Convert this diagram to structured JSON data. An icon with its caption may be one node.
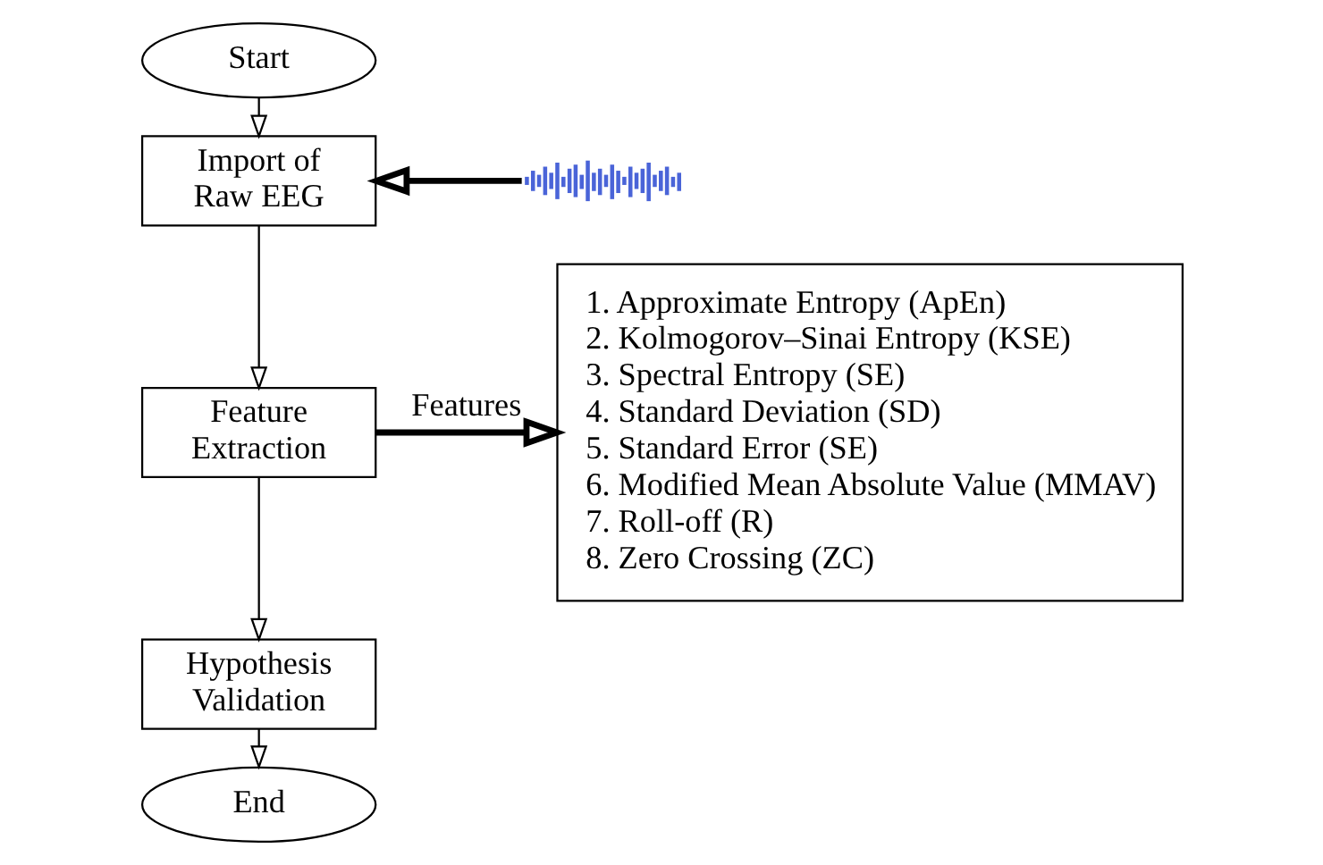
{
  "diagram": {
    "nodes": [
      {
        "text": [
          "Start"
        ]
      },
      {
        "text": [
          "Import of Raw EEG"
        ]
      },
      {
        "text": [
          "Feature Extraction"
        ]
      },
      {
        "text": [
          "Hypothesis Validation"
        ]
      },
      {
        "text": [
          "End"
        ]
      },
      {
        "text": [],
        "shape": "picture"
      },
      {
        "text": [
          "1. Approximate Entropy (ApEn)",
          "2. Kolmogorov–Sinai Entropy (KSE)",
          "3. Spectral Entropy (SE)",
          "4. Standard Deviation (SD)",
          "5. Standard Error (SE)",
          "6. Modified Mean Absolute Value (MMAV)",
          "7. Roll-off (R)",
          "8. Zero Crossing (ZC)"
        ]
      }
    ],
    "edges": [
      {
        "from": 0,
        "to": 1,
        "arrow": "to"
      },
      {
        "from": 1,
        "to": 2,
        "arrow": "to"
      },
      {
        "from": 2,
        "to": 3,
        "arrow": "to"
      },
      {
        "from": 3,
        "to": 4,
        "arrow": "to"
      },
      {
        "from": 5,
        "to": 1,
        "arrow": "to",
        "style": "thick"
      },
      {
        "from": 2,
        "to": 6,
        "label": "Features",
        "arrow": "to",
        "style": "thick"
      }
    ]
  }
}
